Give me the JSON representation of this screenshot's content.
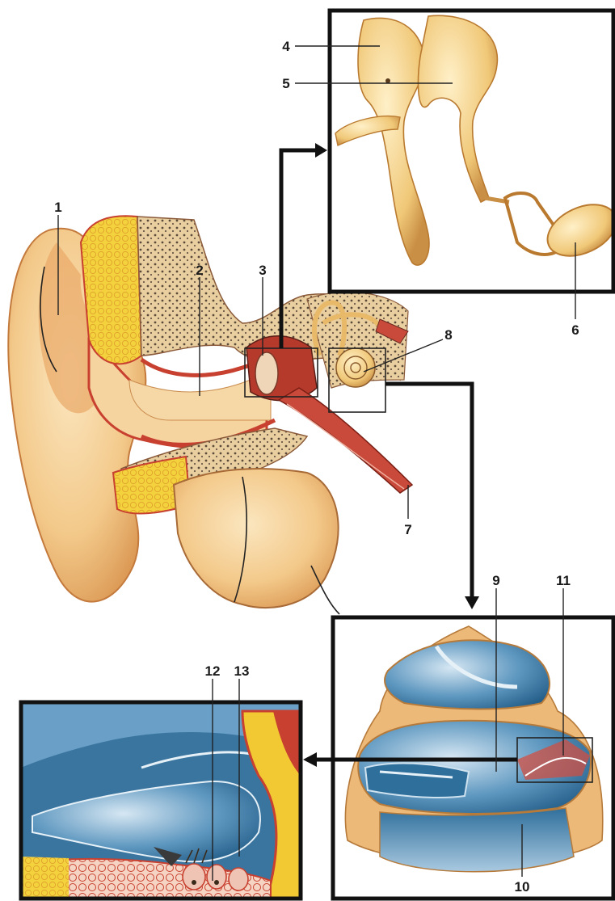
{
  "labels": {
    "l1": "1",
    "l2": "2",
    "l3": "3",
    "l4": "4",
    "l5": "5",
    "l6": "6",
    "l7": "7",
    "l8": "8",
    "l9": "9",
    "l10": "10",
    "l11": "11",
    "l12": "12",
    "l13": "13"
  },
  "colors": {
    "skin": "#f3c98a",
    "skin_shadow": "#d99a5a",
    "cartilage_yellow": "#f2d24a",
    "flesh_red": "#c8402f",
    "bone_dark": "#5a4a3a",
    "fluid_blue": "#3f7fa8",
    "fluid_light": "#b9d3e6",
    "ossicle": "#f0c878"
  }
}
